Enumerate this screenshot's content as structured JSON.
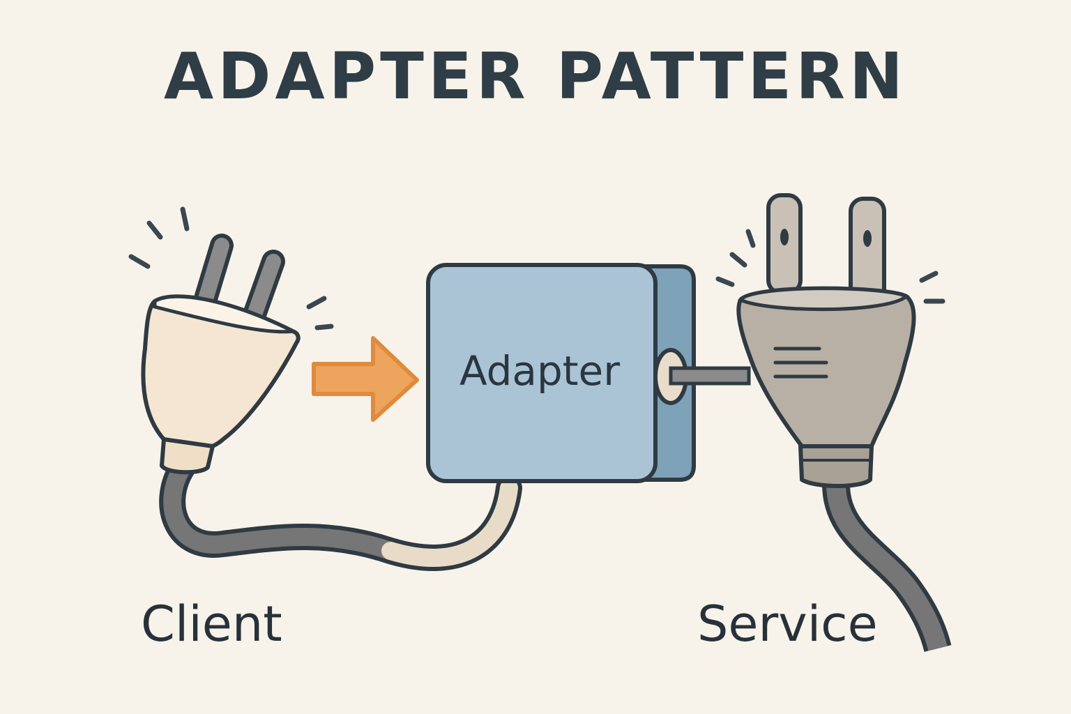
{
  "diagram": {
    "title": "ADAPTER PATTERN",
    "client_label": "Client",
    "adapter_label": "Adapter",
    "service_label": "Service"
  },
  "colors": {
    "background": "#f8f3ea",
    "outline": "#2f3a42",
    "client_plug": "#f4e6d2",
    "service_plug": "#b8b0a4",
    "adapter_box": "#aac4d6",
    "adapter_side": "#7ea2b8",
    "arrow": "#eda45d",
    "cable": "#6f6f6f"
  }
}
